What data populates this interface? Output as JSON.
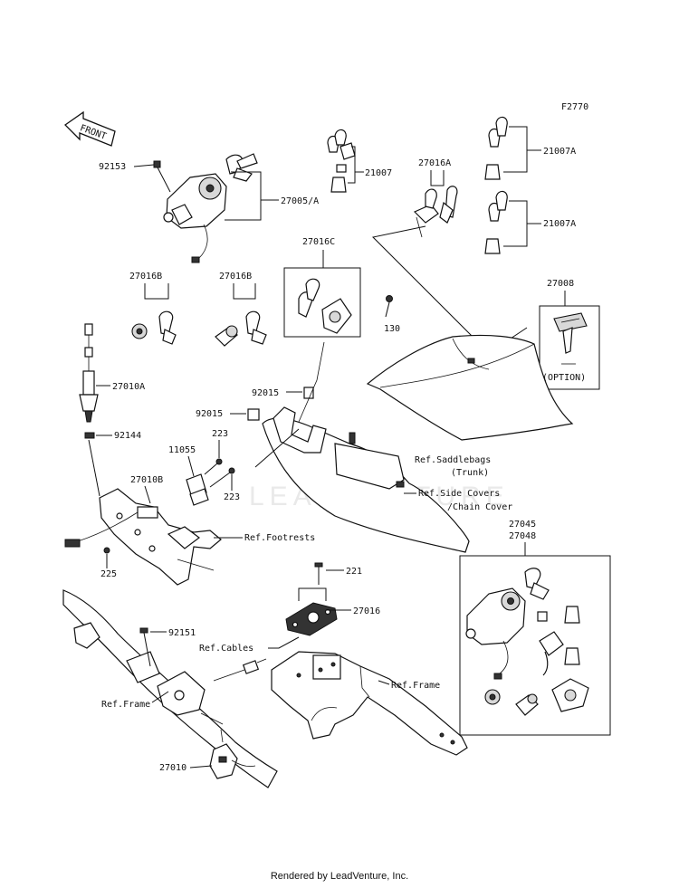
{
  "figure_code": "F2770",
  "front_label": "FRONT",
  "watermark": "LEADVENTURE",
  "footer": "Rendered by LeadVenture, Inc.",
  "labels": {
    "p92153": "92153",
    "p27005A": "27005/A",
    "p21007": "21007",
    "p27016A": "27016A",
    "p21007A_1": "21007A",
    "p21007A_2": "21007A",
    "p27016C": "27016C",
    "p27016B_1": "27016B",
    "p27016B_2": "27016B",
    "p130": "130",
    "p27008": "27008",
    "p_option": "(OPTION)",
    "p27010A": "27010A",
    "p92015_1": "92015",
    "p92015_2": "92015",
    "p92144": "92144",
    "p223_1": "223",
    "p11055": "11055",
    "p27010B": "27010B",
    "p223_2": "223",
    "ref_saddlebags": "Ref.Saddlebags",
    "ref_trunk": "(Trunk)",
    "ref_sidecovers": "Ref.Side Covers",
    "ref_chaincover": "/Chain Cover",
    "ref_footrests": "Ref.Footrests",
    "p225": "225",
    "p27045": "27045",
    "p27048": "27048",
    "p221": "221",
    "p27016": "27016",
    "p92151": "92151",
    "ref_cables": "Ref.Cables",
    "ref_frame_1": "Ref.Frame",
    "ref_frame_2": "Ref.Frame",
    "p27010": "27010"
  }
}
